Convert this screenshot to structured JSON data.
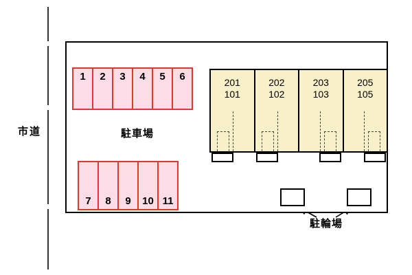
{
  "road": {
    "label": "市道"
  },
  "parking": {
    "label": "駐車場",
    "stalls_top": [
      "1",
      "2",
      "3",
      "4",
      "5",
      "6"
    ],
    "stalls_bottom": [
      "7",
      "8",
      "9",
      "10",
      "11"
    ]
  },
  "building": {
    "units": [
      {
        "upper": "201",
        "lower": "101"
      },
      {
        "upper": "202",
        "lower": "102"
      },
      {
        "upper": "203",
        "lower": "103"
      },
      {
        "upper": "205",
        "lower": "105"
      }
    ]
  },
  "bicycle": {
    "label": "駐輪場"
  },
  "colors": {
    "stall_fill": "#fcdce6",
    "stall_border": "#e0382f",
    "building_fill": "#f8f0c8",
    "line": "#000000"
  }
}
